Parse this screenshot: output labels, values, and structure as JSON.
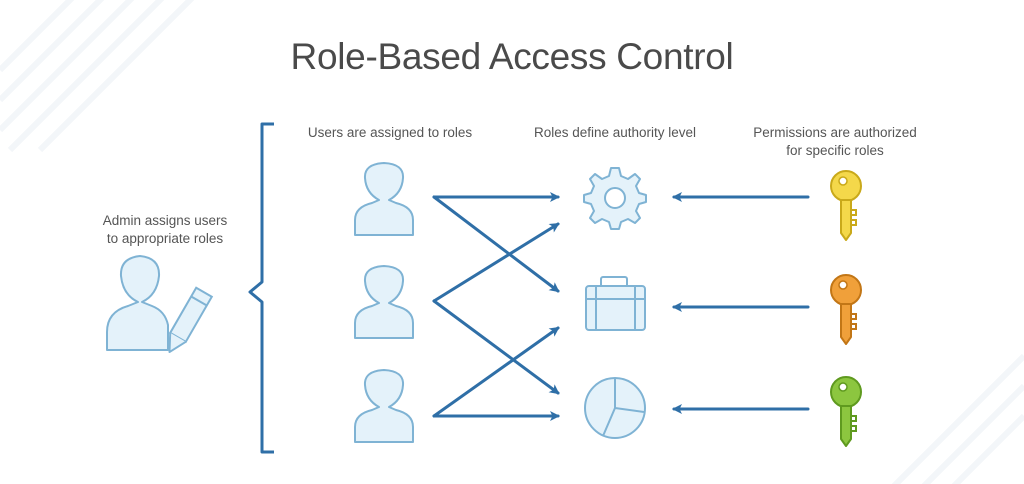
{
  "title": "Role-Based Access Control",
  "admin_label": {
    "line1": "Admin assigns users",
    "line2": "to appropriate roles"
  },
  "columns": {
    "users": "Users are assigned to roles",
    "roles": "Roles define authority level",
    "permissions_line1": "Permissions are authorized",
    "permissions_line2": "for specific roles"
  },
  "icons": {
    "admin": "user-with-pencil-icon",
    "users": [
      "user-icon",
      "user-icon",
      "user-icon"
    ],
    "roles": [
      "gear-icon",
      "briefcase-icon",
      "pie-chart-icon"
    ],
    "permissions": [
      "key-icon",
      "key-icon",
      "key-icon"
    ]
  },
  "colors": {
    "line_blue": "#2f6fa7",
    "icon_fill": "#e4f2fa",
    "icon_stroke": "#7fb3d4",
    "key_yellow": "#f4d84a",
    "key_orange": "#f0a03a",
    "key_green": "#8cc63f"
  }
}
